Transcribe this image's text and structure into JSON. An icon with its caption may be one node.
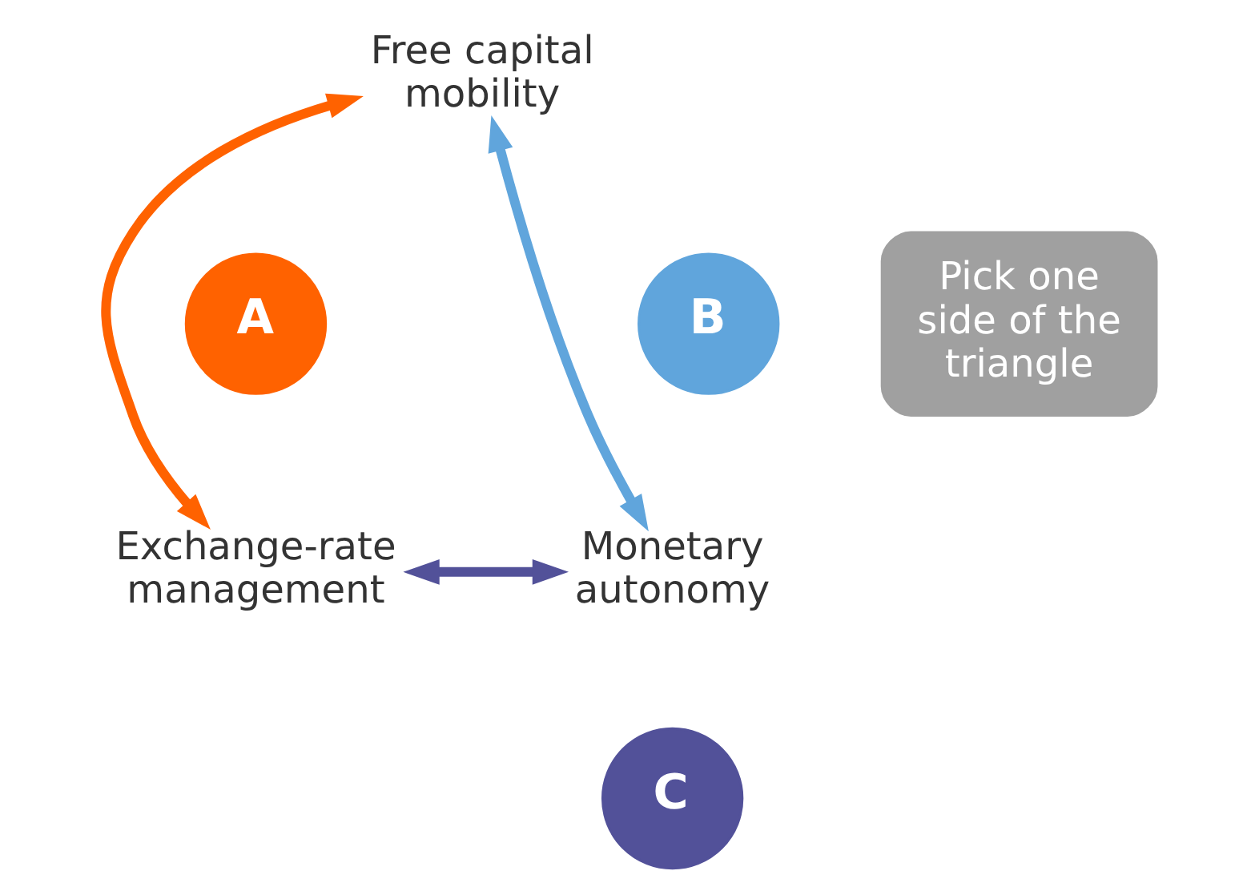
{
  "diagram": {
    "nodes": [
      {
        "text": [
          "Free capital mobility"
        ]
      },
      {
        "text": [
          "Exchange-rate management"
        ]
      },
      {
        "text": [
          "Monetary autonomy"
        ]
      },
      {
        "text": [
          "A"
        ]
      },
      {
        "text": [
          "B"
        ]
      },
      {
        "text": [
          "C"
        ]
      },
      {
        "text": [
          "Pick one side of the triangle"
        ]
      }
    ],
    "edges": [
      {
        "from": 0,
        "to": 1,
        "arrow": "both",
        "color": "#ff6200"
      },
      {
        "from": 0,
        "to": 2,
        "arrow": "both",
        "color": "#60a5dc"
      },
      {
        "from": 1,
        "to": 2,
        "arrow": "both",
        "color": "#525199"
      }
    ]
  }
}
